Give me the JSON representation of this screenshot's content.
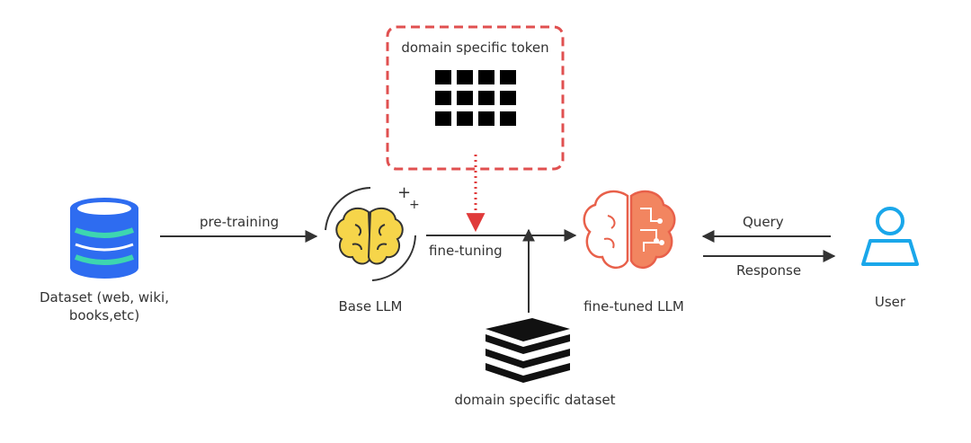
{
  "token_box": {
    "title": "domain specific token"
  },
  "dataset": {
    "label_line1": "Dataset (web, wiki,",
    "label_line2": "books,etc)"
  },
  "pretraining": {
    "label": "pre-training"
  },
  "base_llm": {
    "label": "Base LLM"
  },
  "finetuning": {
    "label": "fine-tuning"
  },
  "finetuned_llm": {
    "label": "fine-tuned LLM"
  },
  "domain_dataset": {
    "label": "domain specific dataset"
  },
  "query": {
    "label": "Query"
  },
  "response": {
    "label": "Response"
  },
  "user": {
    "label": "User"
  },
  "colors": {
    "accent_red": "#e03a3a",
    "db_blue": "#2e6cf0",
    "db_teal": "#3dd6b0",
    "brain_yellow": "#f6d54a",
    "brain_orange": "#f28560",
    "user_blue": "#1aa7ea",
    "arrow": "#333333"
  }
}
